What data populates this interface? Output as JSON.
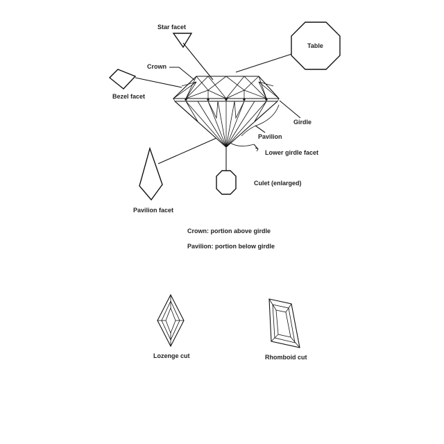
{
  "labels": {
    "star_facet": "Star facet",
    "table": "Table",
    "crown": "Crown",
    "bezel_facet": "Bezel facet",
    "girdle": "Girdle",
    "pavilion": "Pavilion",
    "lower_girdle_facet": "Lower girdle facet",
    "culet": "Culet (enlarged)",
    "pavilion_facet": "Pavilion facet",
    "lozenge_cut": "Lozenge cut",
    "rhomboid_cut": "Rhomboid cut"
  },
  "notes": {
    "crown_def": "Crown: portion above girdle",
    "pavilion_def": "Pavilion: portion below girdle"
  },
  "colors": {
    "ink": "#111111",
    "background": "#ffffff"
  }
}
